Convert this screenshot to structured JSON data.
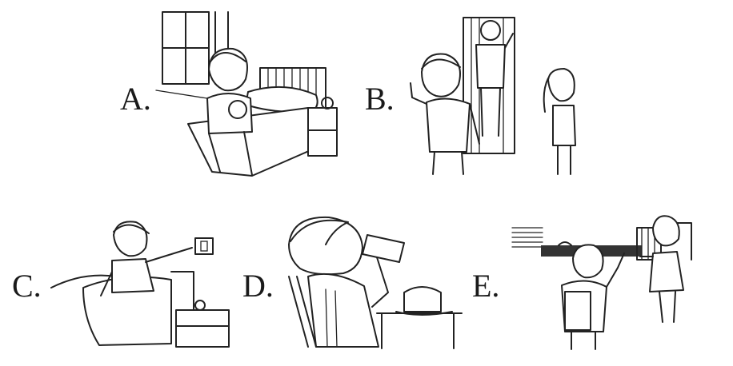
{
  "panels": [
    {
      "label": "A."
    },
    {
      "label": "B."
    },
    {
      "label": "C."
    },
    {
      "label": "D."
    },
    {
      "label": "E."
    }
  ],
  "icons": [
    "girl-on-bed-holding-cat",
    "children-leaving-home-waving",
    "child-waking-in-bed",
    "boy-drinking-milk",
    "children-at-school-gate"
  ]
}
